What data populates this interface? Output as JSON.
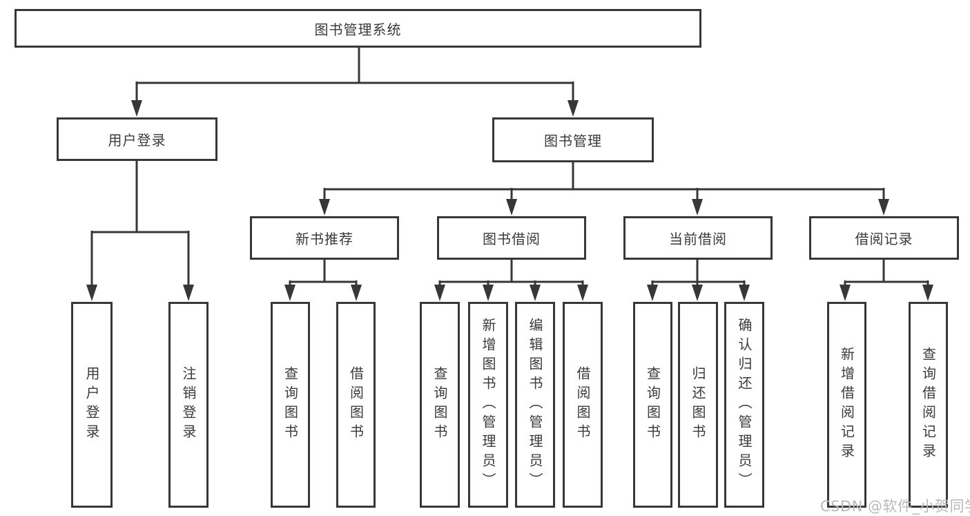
{
  "diagram": {
    "title": "图书管理系统",
    "root": {
      "label": "图书管理系统"
    },
    "level2": [
      {
        "label": "用户登录"
      },
      {
        "label": "图书管理"
      }
    ],
    "level3": [
      {
        "label": "新书推荐"
      },
      {
        "label": "图书借阅"
      },
      {
        "label": "当前借阅"
      },
      {
        "label": "借阅记录"
      }
    ],
    "leaves": [
      {
        "label": "用户登录"
      },
      {
        "label": "注销登录"
      },
      {
        "label": "查询图书"
      },
      {
        "label": "借阅图书"
      },
      {
        "label": "查询图书"
      },
      {
        "label": "新增图书（管理员）"
      },
      {
        "label": "编辑图书（管理员）"
      },
      {
        "label": "借阅图书"
      },
      {
        "label": "查询图书"
      },
      {
        "label": "归还图书"
      },
      {
        "label": "确认归还（管理员）"
      },
      {
        "label": "新增借阅记录"
      },
      {
        "label": "查询借阅记录"
      }
    ],
    "edges": [
      "图书管理系统 -> 用户登录",
      "图书管理系统 -> 图书管理",
      "用户登录 -> 用户登录(叶), 注销登录",
      "图书管理 -> 新书推荐, 图书借阅, 当前借阅, 借阅记录",
      "新书推荐 -> 查询图书, 借阅图书",
      "图书借阅 -> 查询图书, 新增图书（管理员）, 编辑图书（管理员）, 借阅图书",
      "当前借阅 -> 查询图书, 归还图书, 确认归还（管理员）",
      "借阅记录 -> 新增借阅记录, 查询借阅记录"
    ]
  },
  "colors": {
    "line": "#373737",
    "box_border": "#373737",
    "box_background": "#ffffff",
    "text": "#3a3a3a",
    "watermark": "#b9b9b9",
    "page_background": "#ffffff"
  },
  "watermark": {
    "text": "CSDN @软件_小贺同学"
  }
}
